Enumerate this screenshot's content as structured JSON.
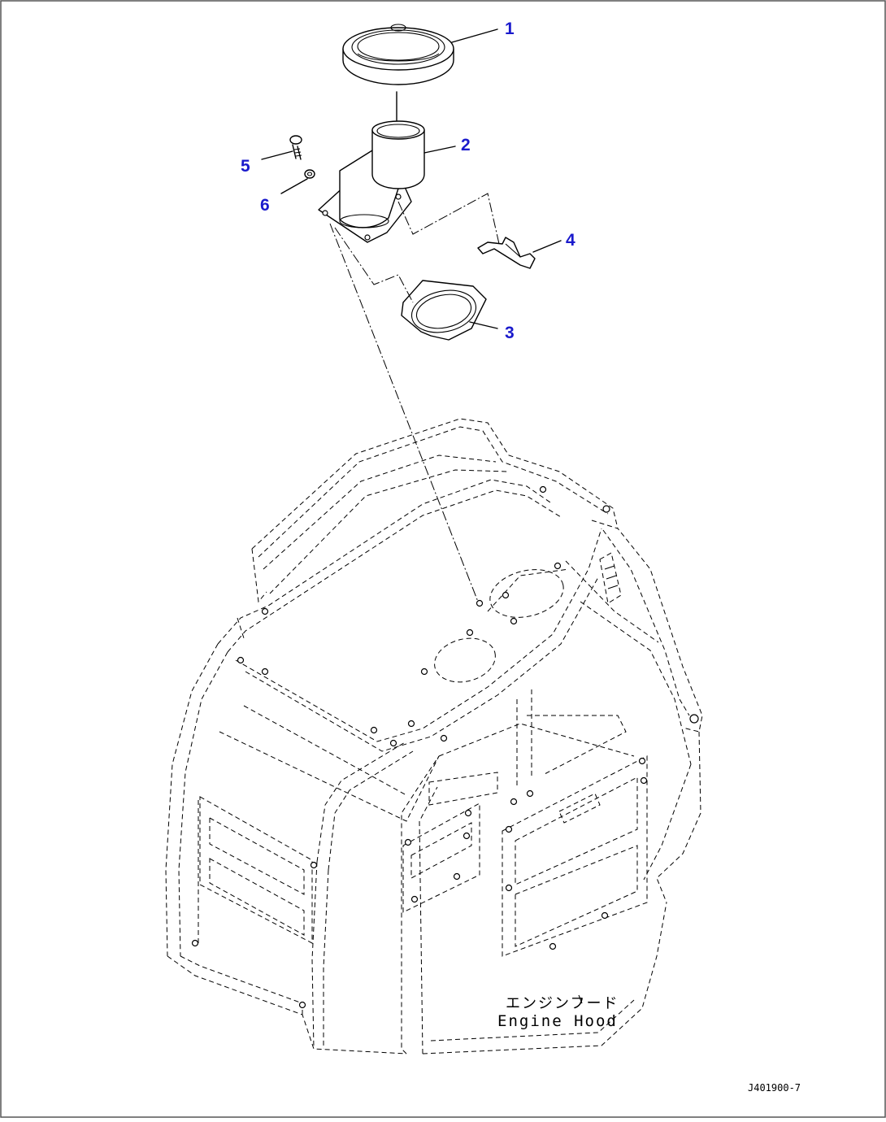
{
  "callouts": [
    {
      "label": "1",
      "part": "cap"
    },
    {
      "label": "2",
      "part": "elbow-pipe"
    },
    {
      "label": "3",
      "part": "gasket"
    },
    {
      "label": "4",
      "part": "bracket"
    },
    {
      "label": "5",
      "part": "bolt"
    },
    {
      "label": "6",
      "part": "washer"
    }
  ],
  "caption": {
    "japanese": "エンジンフード",
    "english": "Engine Hood"
  },
  "drawing_code": "J401900-7",
  "colors": {
    "callout_number": "#1a1acc",
    "line": "#000000",
    "background": "#ffffff",
    "border": "#555555"
  }
}
